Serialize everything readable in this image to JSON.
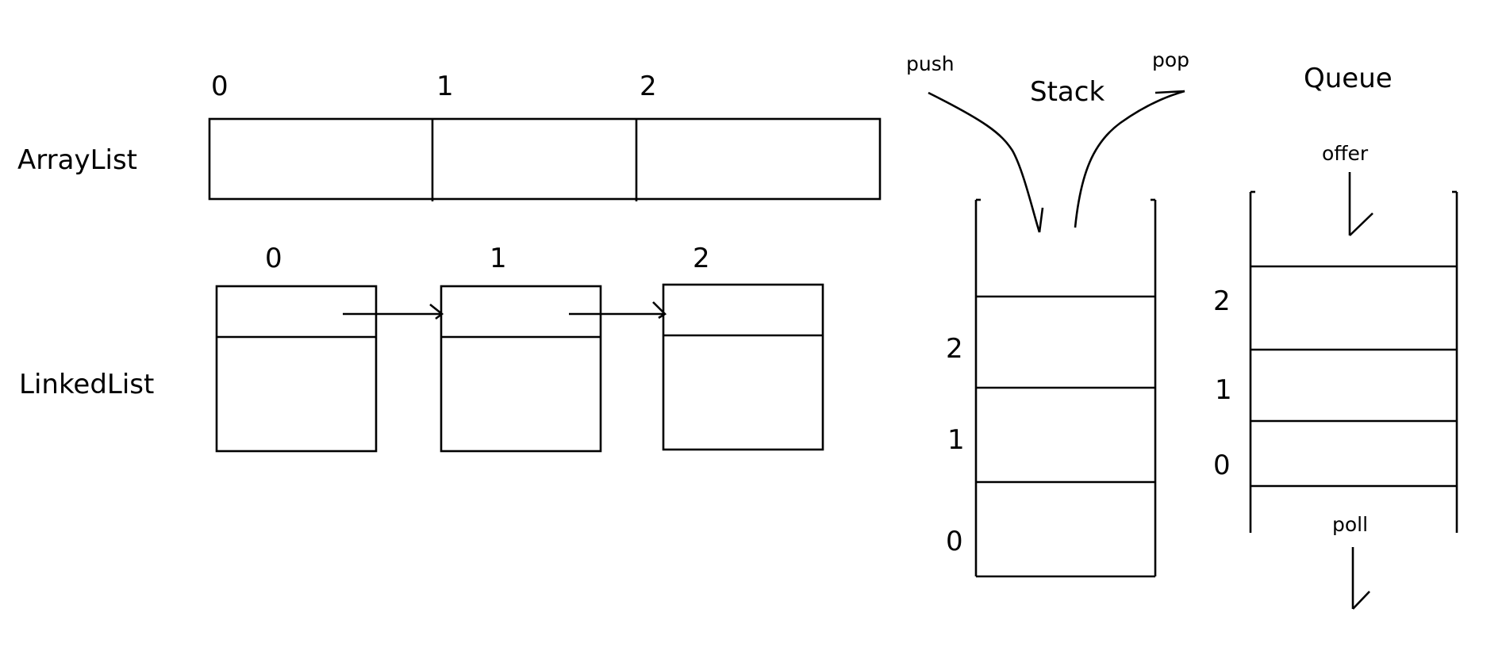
{
  "arraylist": {
    "label": "ArrayList",
    "indices": [
      "0",
      "1",
      "2"
    ]
  },
  "linkedlist": {
    "label": "LinkedList",
    "indices": [
      "0",
      "1",
      "2"
    ]
  },
  "stack": {
    "title": "Stack",
    "push_label": "push",
    "pop_label": "pop",
    "indices": [
      "2",
      "1",
      "0"
    ]
  },
  "queue": {
    "title": "Queue",
    "offer_label": "offer",
    "poll_label": "poll",
    "indices": [
      "2",
      "1",
      "0"
    ]
  }
}
